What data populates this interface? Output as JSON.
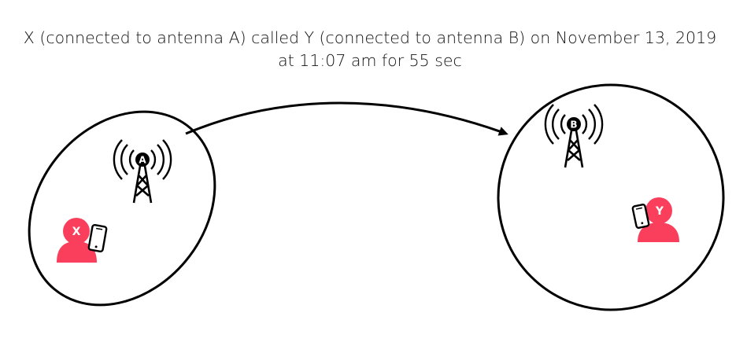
{
  "caption": {
    "line1": "X (connected to antenna A) called Y (connected to antenna B) on November 13, 2019",
    "line2": "at 11:07 am for 55 sec"
  },
  "antenna_a": {
    "label": "A",
    "icon": "antenna-tower-icon"
  },
  "antenna_b": {
    "label": "B",
    "icon": "antenna-tower-icon"
  },
  "caller": {
    "label": "X",
    "icon": "person-icon",
    "device_icon": "phone-icon"
  },
  "callee": {
    "label": "Y",
    "icon": "person-icon",
    "device_icon": "phone-icon"
  },
  "colors": {
    "person": "#f93f5b",
    "stroke": "#000000",
    "text": "#111111",
    "background": "#ffffff"
  }
}
